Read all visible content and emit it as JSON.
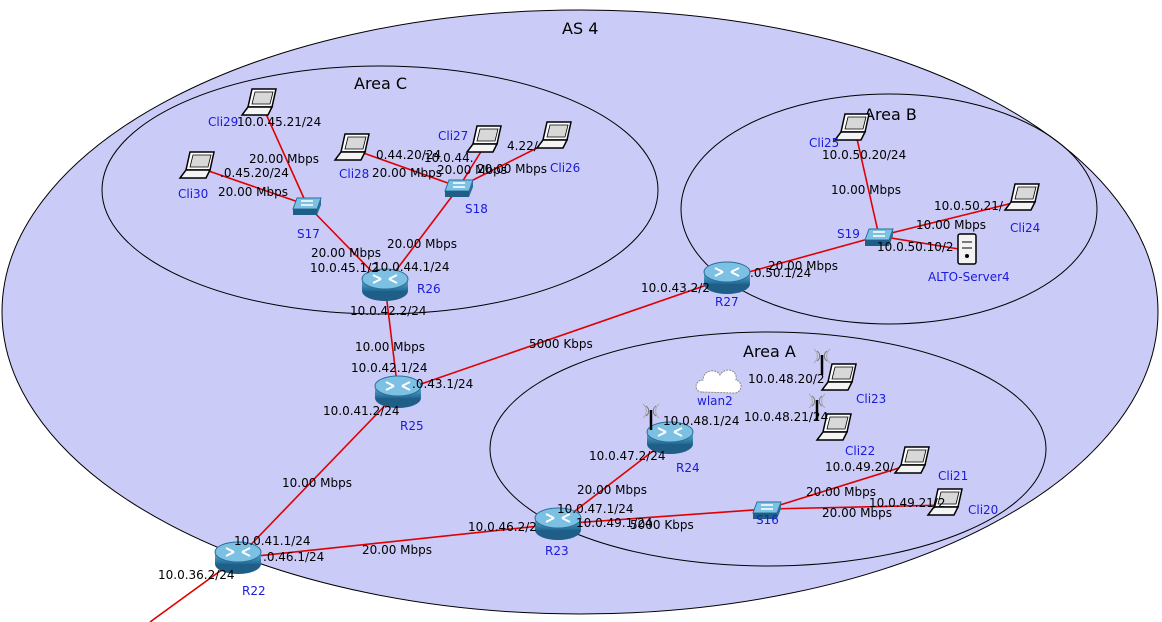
{
  "as_label": "AS 4",
  "areas": {
    "a": "Area A",
    "b": "Area B",
    "c": "Area C"
  },
  "routers": {
    "r22": "R22",
    "r23": "R23",
    "r24": "R24",
    "r25": "R25",
    "r26": "R26",
    "r27": "R27"
  },
  "switches": {
    "s16": "S16",
    "s17": "S17",
    "s18": "S18",
    "s19": "S19"
  },
  "clients": {
    "cli20": "Cli20",
    "cli21": "Cli21",
    "cli22": "Cli22",
    "cli23": "Cli23",
    "cli24": "Cli24",
    "cli25": "Cli25",
    "cli26": "Cli26",
    "cli27": "Cli27",
    "cli28": "Cli28",
    "cli29": "Cli29",
    "cli30": "Cli30"
  },
  "server": "ALTO-Server4",
  "cloud": "wlan2",
  "ip_labels": {
    "a": "10.0.45.21/24",
    "b": ".0.45.20/24",
    "c": "0.44.20/24",
    "d": "10.0.44.",
    "e": "4.22/",
    "f": "10.0.45.1/2",
    "g": "10.0.44.1/24",
    "h": "10.0.42.2/24",
    "i": "10.0.42.1/24",
    "j": ".0.43.1/24",
    "k": "10.0.41.2/24",
    "l": "10.0.43.2/2",
    "m": ".0.50.1/24",
    "n": "10.0.50.20/24",
    "o": "10.0.50.21/",
    "p": "10.0.50.10/2",
    "q": "10.0.48.20/2",
    "r": "10.0.48.21/24",
    "s": "10.0.48.1/24",
    "t": "10.0.47.2/24",
    "u": "10.0.47.1/24",
    "v": "10.0.49.1/24",
    "w": "10.0.46.2/2",
    "x": "10.0.41.1/24",
    "y": ".0.46.1/24",
    "z": "10.0.36.2/24",
    "aa": "10.0.49.20/",
    "ab": "10.0.49.21/2"
  },
  "speed_labels": {
    "a": "20.00 Mbps",
    "b": "20.00 Mbps",
    "c": "20.00 Mbps",
    "d": "20.00 Mbps",
    "e": "20.00 Mbps",
    "f": "20.00 Mbps",
    "g": "20.00 Mbps",
    "h": "10.00 Mbps",
    "i": "10.00 Mbps",
    "j": "20.00 Mbps",
    "k": "10.00 Mbps",
    "l": "5000 Kbps",
    "m": "10.00 Mbps",
    "n": "20.00 Mbps",
    "o": "20.00 Mbps",
    "p": "5000 Kbps",
    "q": "20.00 Mbps",
    "r": "20.00 Mbps"
  }
}
